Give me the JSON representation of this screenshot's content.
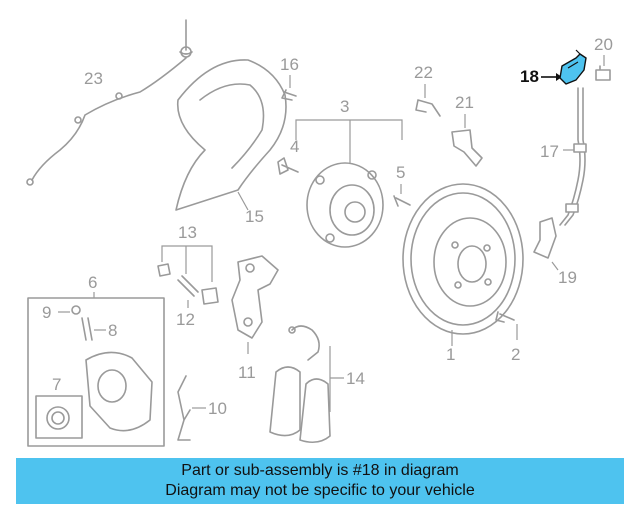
{
  "diagram": {
    "highlight_color": "#4ec3ef",
    "highlight_part": "18",
    "labels": {
      "p1": "1",
      "p2": "2",
      "p3": "3",
      "p4": "4",
      "p5": "5",
      "p6": "6",
      "p7": "7",
      "p8": "8",
      "p9": "9",
      "p10": "10",
      "p11": "11",
      "p12": "12",
      "p13": "13",
      "p14": "14",
      "p15": "15",
      "p16": "16",
      "p17": "17",
      "p18": "18",
      "p19": "19",
      "p20": "20",
      "p21": "21",
      "p22": "22",
      "p23": "23"
    }
  },
  "banner": {
    "line1": "Part or sub-assembly is #18 in diagram",
    "line2": "Diagram may not be specific to your vehicle",
    "color": "#4ec3ef"
  }
}
